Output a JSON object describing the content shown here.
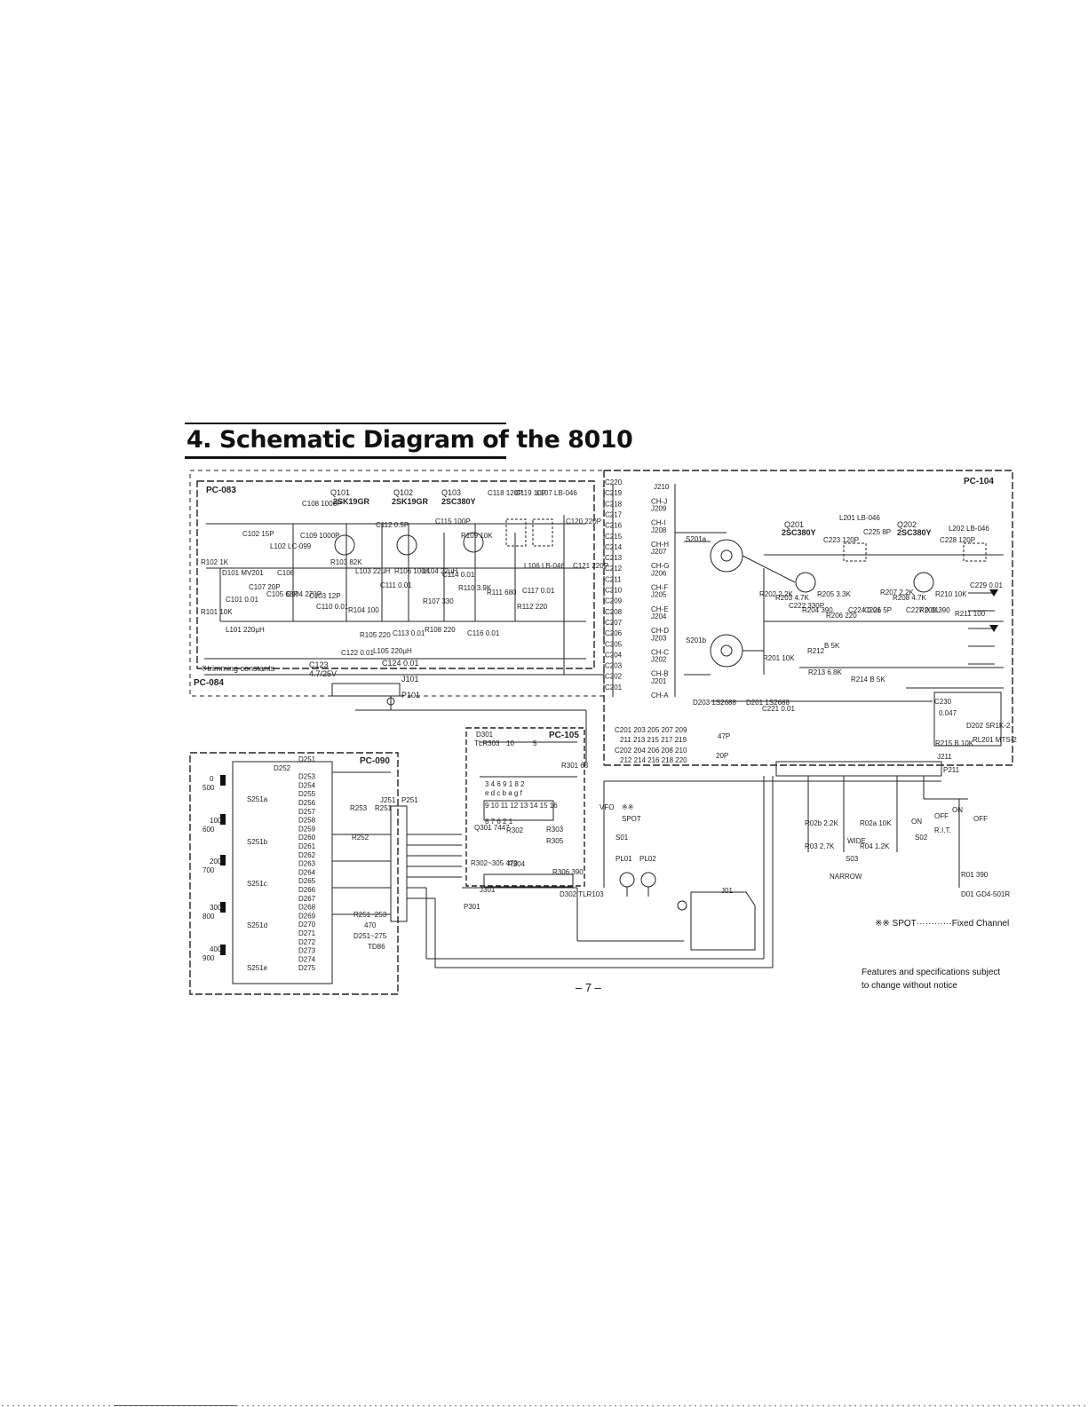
{
  "title": "4. Schematic Diagram of the 8010",
  "blocks": {
    "pc083": "PC-083",
    "pc084": "PC-084",
    "pc104": "PC-104",
    "pc090": "PC-090",
    "pc105": "PC-105"
  },
  "transistors": {
    "q101": "Q101",
    "q101_type": "2SK19GR",
    "q102": "Q102",
    "q102_type": "2SK19GR",
    "q103": "Q103",
    "q103_type": "2SC380Y",
    "q201": "Q201",
    "q201_type": "2SC380Y",
    "q202": "Q202",
    "q202_type": "2SC380Y"
  },
  "rf_labels": [
    "C108 1000P",
    "C102 15P",
    "L102 LC-099",
    "C109 1000P",
    "R103 82K",
    "L103 22µH",
    "C112 0.5P",
    "C111 0.01",
    "R106 100K",
    "L104 22µH",
    "R107 330",
    "C115 100P",
    "R109 10K",
    "C114 0.01",
    "R110 3.9K",
    "R111 680",
    "C118 120P",
    "C119 10P",
    "L107 LB-046",
    "C120 220P",
    "C121 220P",
    "L106 LB-046",
    "C117 0.01",
    "R112 220",
    "R102 1K",
    "D101 MV201",
    "C107 20P",
    "C105 68P",
    "C106",
    "C104 270P",
    "C103 12P",
    "C101 0.01",
    "R101 10K",
    "C110 0.01",
    "R104 100",
    "R105 220",
    "C113 0.01",
    "R108 220",
    "C116 0.01",
    "L101 220µH",
    "L105 220µH",
    "C122 0.01"
  ],
  "pc084_labels": [
    "※trimming constants",
    "C123",
    "4.7/25V",
    "C124 0.01",
    "J101",
    "P101"
  ],
  "crystal_caps": [
    "C220",
    "C219",
    "C218",
    "C217",
    "C216",
    "C215",
    "C214",
    "C213",
    "C212",
    "C211",
    "C210",
    "C209",
    "C208",
    "C207",
    "C206",
    "C205",
    "C204",
    "C203",
    "C202",
    "C201"
  ],
  "crystals": [
    "J210",
    "CH-J",
    "J209",
    "CH-I",
    "J208",
    "CH-H",
    "J207",
    "CH-G",
    "J206",
    "CH-F",
    "J205",
    "CH-E",
    "J204",
    "CH-D",
    "J203",
    "CH-C",
    "J202",
    "CH-B",
    "J201",
    "CH-A"
  ],
  "pc104_labels": [
    "S201a",
    "S201b",
    "L201 LB-046",
    "C225 8P",
    "C223 120P",
    "L202 LB-046",
    "C228 120P",
    "R202 2.2K",
    "R203 4.7K",
    "C222 330P",
    "R204 390",
    "R205 3.3K",
    "C224 0.01",
    "C226 5P",
    "R207 2.2K",
    "R208 4.7K",
    "C227 0.01",
    "R209 390",
    "R210 10K",
    "C229 0.01",
    "R211 100",
    "R206 220",
    "R212",
    "R213 6.8K",
    "B 5K",
    "R214 B 5K",
    "R201 10K",
    "D203 1S2688",
    "D201 1S2688",
    "C221 0.01",
    "C230",
    "0.047",
    "D202 SR1K-2",
    "RL201 MTS-2",
    "R215 B 10K",
    "J211",
    "P211"
  ],
  "cap_table": [
    "C201 203 205 207 209",
    "211 213 215 217 219",
    "47P",
    "C202 204 206 208 210",
    "212 214 216 218 220",
    "20P"
  ],
  "pc105_labels": [
    "D301",
    "TLR303",
    "10",
    "5",
    "R301 68",
    "3 4 6 9 1 8 2",
    "e d c b a g f",
    "9 10 11 12 13 14 15 16",
    "8 7 6 2 1",
    "Q301 7447",
    "R302~305 470",
    "R302",
    "R303",
    "R305",
    "R304",
    "R306 390",
    "D302 TLR103",
    "J301",
    "P301"
  ],
  "pc090_labels": [
    "D251",
    "D252",
    "D253",
    "D254",
    "D255",
    "D256",
    "D257",
    "D258",
    "D259",
    "D260",
    "D261",
    "D262",
    "D263",
    "D264",
    "D265",
    "D266",
    "D267",
    "D268",
    "D269",
    "D270",
    "D271",
    "D272",
    "D273",
    "D274",
    "D275",
    "S251a",
    "S251b",
    "S251c",
    "S251d",
    "S251e",
    "R253",
    "R251",
    "R252",
    "J251",
    "P251",
    "R251~253",
    "470",
    "D251~275",
    "TD86"
  ],
  "freq_labels": [
    [
      "0",
      "500"
    ],
    [
      "100",
      "600"
    ],
    [
      "200",
      "700"
    ],
    [
      "300",
      "800"
    ],
    [
      "400",
      "900"
    ]
  ],
  "panel_labels": [
    "VFO",
    "※※",
    "SPOT",
    "S01",
    "PL01",
    "PL02",
    "J01",
    "R02b 2.2K",
    "R02a 10K",
    "R03 2.7K",
    "R04 1.2K",
    "NARROW",
    "WIDE",
    "S03",
    "ON",
    "OFF",
    "S02",
    "R.I.T.",
    "ON",
    "OFF",
    "R01 390",
    "D01 GD4-501R"
  ],
  "spot_note": "※※ SPOT············Fixed Channel",
  "notice_line1": "Features and specifications subject",
  "notice_line2": "to change without notice",
  "page_number": "– 7 –"
}
